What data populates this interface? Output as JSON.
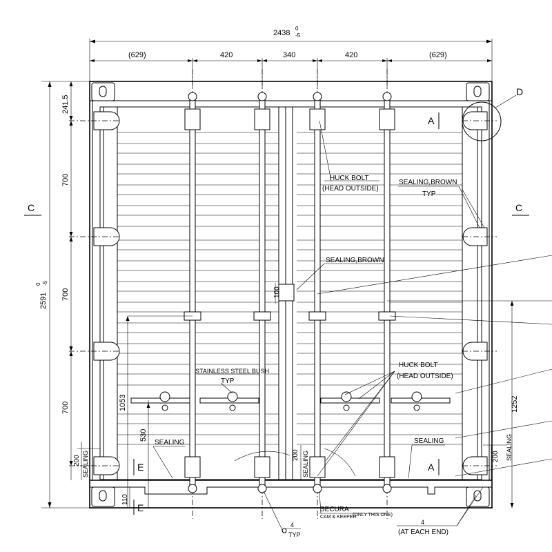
{
  "dimensions": {
    "overall_width": "2438",
    "overall_width_tol": "0",
    "overall_width_tol2": "-5",
    "overall_height": "2591",
    "overall_height_tol": "0",
    "overall_height_tol2": "-5",
    "top_segments": [
      "(629)",
      "420",
      "340",
      "420",
      "(629)"
    ],
    "left_top": "241.5",
    "left_segments": [
      "700",
      "700",
      "700",
      "200"
    ],
    "left_inner_1053": "1053",
    "left_inner_530": "530",
    "left_bottom": "110",
    "center_100": "100",
    "center_200": "200",
    "right_1252": "1252",
    "right_200": "200"
  },
  "labels": {
    "huck_bolt_top_1": "HUCK BOLT",
    "huck_bolt_top_2": "(HEAD OUTSIDE)",
    "sealing_brown_top_1": "SEALING,BROWN",
    "sealing_brown_top_2": "TYP",
    "sealing_brown_mid": "SEALING,BROWN",
    "stainless_1": "STAINLESS STEEL BUSH",
    "stainless_2": "TYP",
    "huck_bolt_low_1": "HUCK BOLT",
    "huck_bolt_low_2": "(HEAD OUTSIDE)",
    "sealing_left": "SEALING",
    "sealing_right": "SEALING",
    "sealing_vert_left": "SEALING",
    "sealing_vert_center": "SEALING",
    "sealing_vert_right": "SEALING",
    "secura_1": "SECURA",
    "secura_2": "CAM & KEEPER",
    "secura_3": "(ONLY THIS ONE)",
    "weld_left_1": "4",
    "weld_left_2": "TYP",
    "weld_right_1": "4",
    "weld_right_2": "(AT EACH END)"
  },
  "section_marks": {
    "a_top": "A",
    "a_bottom": "A",
    "c_left": "C",
    "c_right": "C",
    "d": "D",
    "e_top": "E",
    "e_bottom": "E"
  }
}
